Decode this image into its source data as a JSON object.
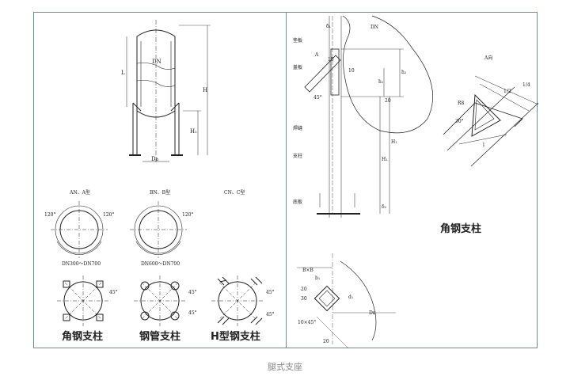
{
  "left": {
    "vessel": {
      "dn": "DN",
      "L": "L",
      "H": "H",
      "H1": "H₁",
      "Db": "Dь"
    },
    "types": [
      {
        "title": "AN、A型",
        "range": "DN300～DN700",
        "angle_left": "120°",
        "angle_right": "120°"
      },
      {
        "title": "BN、B型",
        "range": "DN600～DN700",
        "angle_right": "120°"
      },
      {
        "title": "CN、C型"
      }
    ],
    "sections": [
      {
        "label": "角钢支柱",
        "angle": "45°"
      },
      {
        "label": "钢管支柱",
        "angle_a": "45°",
        "angle_b": "45°"
      },
      {
        "label": "H型钢支柱",
        "angle_a": "45°",
        "angle_b": "45°"
      }
    ]
  },
  "right": {
    "top_labels": {
      "delta1": "δ₁",
      "dn": "DN",
      "dianban": "垫板",
      "gaiban": "盖板",
      "A": "A",
      "dim15": "15",
      "dim10": "10",
      "h1": "h₁",
      "h2": "h₂",
      "angle45": "45°",
      "dim20": "20",
      "hanfeng": "焊缝",
      "zhuzhu": "支柱",
      "diban": "底板",
      "H1": "H₁",
      "H2": "H₁",
      "delta2": "δ₂"
    },
    "a_view": {
      "title": "A向",
      "R8": "R8",
      "r30": "30°",
      "dim1": "1/4",
      "dim2": "1/2",
      "l": "l"
    },
    "main_label": "角钢支柱",
    "detail": {
      "b1": "B×B",
      "b2": "b₁",
      "dim20": "20",
      "dim30": "30",
      "chamfer": "10×45°",
      "dh": "Dн",
      "b3": "20",
      "d1": "d₁"
    }
  },
  "caption": "腿式支座"
}
